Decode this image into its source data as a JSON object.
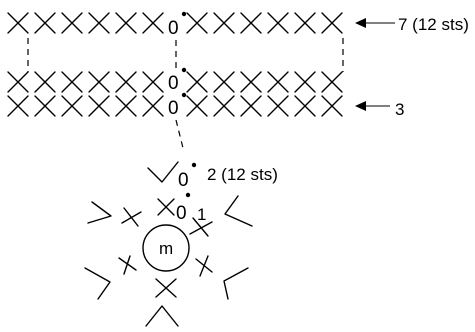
{
  "labels": {
    "row7": "7 (12 sts)",
    "row3": "3",
    "row2": "2 (12 sts)",
    "row1": "1",
    "magic_ring": "m",
    "chain": "0"
  }
}
